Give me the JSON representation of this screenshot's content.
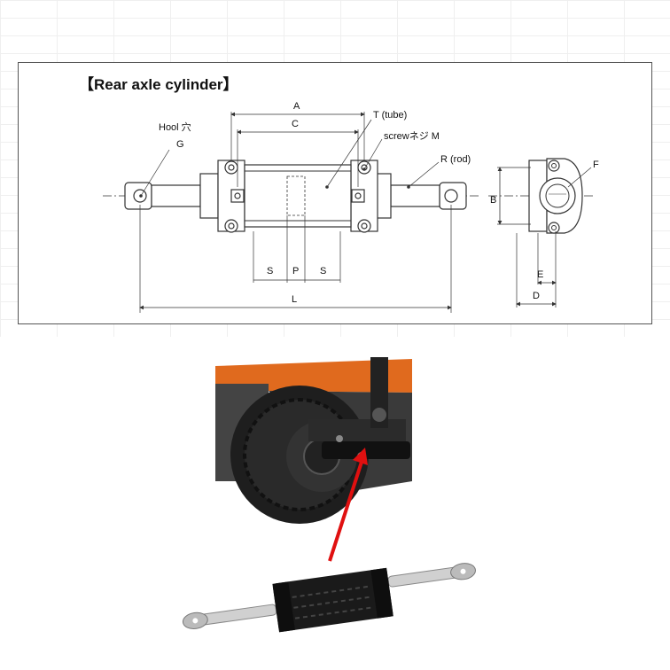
{
  "title": "【Rear axle cylinder】",
  "dimension_labels": {
    "A": "A",
    "C": "C",
    "T": "T (tube)",
    "M": "screwネジ M",
    "R": "R (rod)",
    "hool": "Hool 穴",
    "G": "G",
    "S_left": "S",
    "P": "P",
    "S_right": "S",
    "L": "L",
    "B": "B",
    "F": "F",
    "E": "E",
    "D": "D"
  },
  "colors": {
    "line": "#333333",
    "accent_arrow": "#e01010",
    "forklift_body": "#e06a1e",
    "cylinder_body": "#1a1a1a",
    "rod": "#c8c8c8"
  },
  "icons": {
    "arrow": "red-pointer-arrow"
  }
}
